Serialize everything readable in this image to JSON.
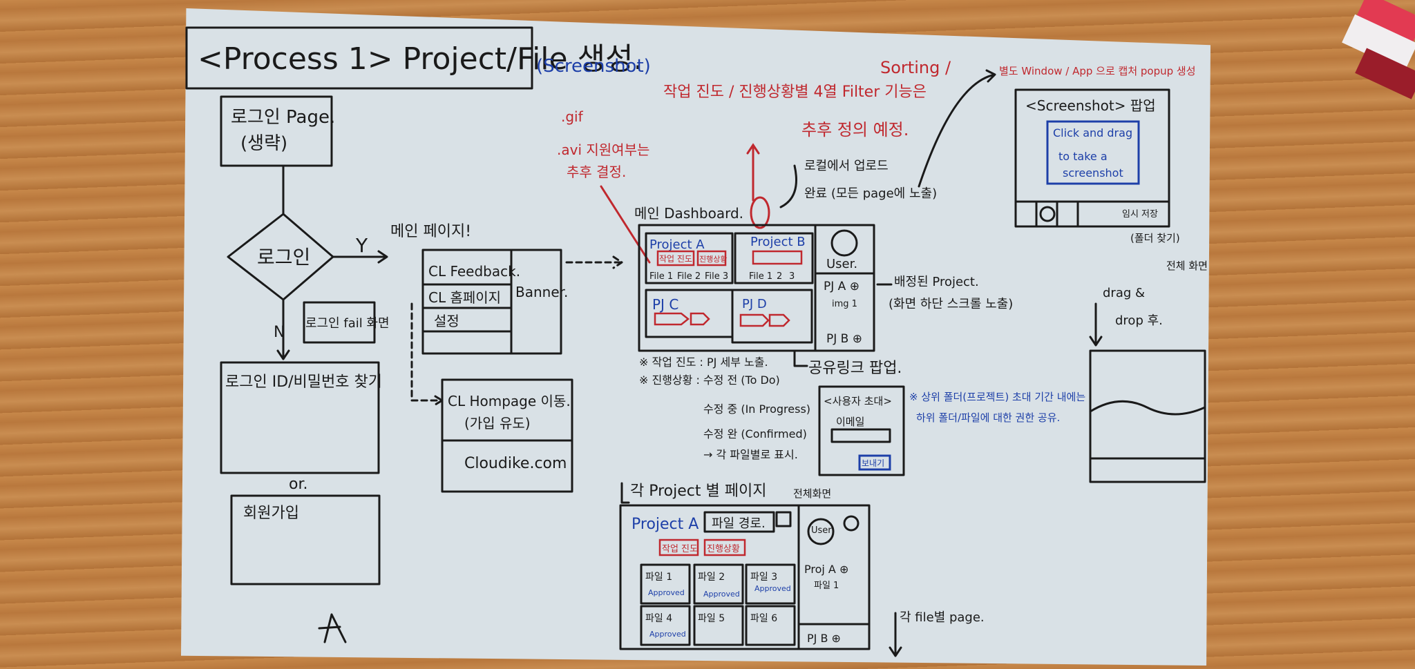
{
  "header": {
    "title": "<Process 1> Project/File 생성.",
    "screenshot_tag": "(Screenshot)"
  },
  "flow": {
    "login_page": "로그인 Page.",
    "login_page_note": "(생략)",
    "decision": "로그인",
    "yes": "Y",
    "no": "N",
    "fail": "로그인 fail 화면",
    "find_id": "로그인 ID/비밀번호 찾기",
    "or": "or.",
    "signup": "회원가입"
  },
  "main_page": {
    "label": "메인 페이지!",
    "items": [
      "CL Feedback.",
      "CL 홈페이지",
      "설정"
    ],
    "banner": "Banner.",
    "homepage_title": "CL Hompage 이동.",
    "homepage_sub": "(가입 유도)",
    "homepage_url": "Cloudike.com"
  },
  "dashboard": {
    "label": "메인 Dashboard.",
    "projects": [
      "Project A",
      "Project B",
      "PJ C",
      "PJ D"
    ],
    "red_tags": [
      "작업 진도",
      "진행상황"
    ],
    "files": [
      "File 1",
      "File 2",
      "File 3",
      "File 1",
      "2",
      "3"
    ],
    "user": "User.",
    "pj_a": "PJ A ⊕",
    "pj_a_sub": "img 1",
    "pj_b": "PJ B ⊕"
  },
  "notes": {
    "gif": ".gif",
    "avi": ".avi 지원여부는",
    "later": "추후 결정.",
    "sorting": "Sorting /",
    "filter1": "작업 진도 / 진행상황별 4열 Filter 기능은",
    "filter2": "추후 정의 예정.",
    "upload": "로컬에서 업로드",
    "upload2": "완료 (모든 page에 노출)",
    "assigned": "배정된 Project.",
    "assigned2": "(화면 하단 스크롤 노출)",
    "progress": "※ 작업 진도 : PJ 세부 노출.",
    "status": "※ 진행상황 : 수정 전 (To Do)",
    "status2": "수정 중 (In Progress)",
    "status3": "수정 완 (Confirmed)",
    "status4": "→ 각 파일별로 표시.",
    "share": "공유링크 팝업.",
    "share_hdr": "<사용자 초대>",
    "share_email": "이메일",
    "share_btn": "보내기",
    "share_note1": "※ 상위 폴더(프로젝트) 초대 기간 내에는",
    "share_note2": "하위 폴더/파일에 대한 권한 공유."
  },
  "project_page": {
    "label": "각 Project 별 페이지",
    "title": "Project A",
    "path": "파일 경로.",
    "tag1": "작업 진도",
    "tag2": "진행상황",
    "fullscreen": "전체화면",
    "files": [
      "파일 1",
      "파일 2",
      "파일 3",
      "파일 4",
      "파일 5",
      "파일 6"
    ],
    "approved": "Approved",
    "user": "User",
    "proj": "Proj A ⊕",
    "proj_sub": "파일 1",
    "pj_b": "PJ B ⊕",
    "per_file": "각 file별 page."
  },
  "screenshot": {
    "note": "별도 Window / App 으로 캡처 popup 생성",
    "title": "<Screenshot> 팝업",
    "click": "Click and drag",
    "take": "to take a",
    "shot": "screenshot",
    "save": "임시 저장",
    "folder": "(폴더 찾기)",
    "full": "전체 화면",
    "drag": "drag &",
    "drop": "drop 후."
  },
  "colors": {
    "ink": "#1a1a1a",
    "red": "#c0282e",
    "blue": "#1d3fa8",
    "paper": "#d9e1e6"
  }
}
